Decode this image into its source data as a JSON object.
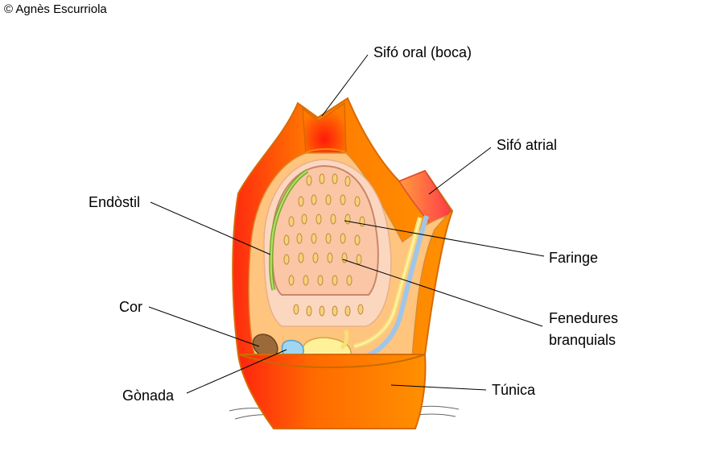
{
  "copyright": "© Agnès Escurriola",
  "labels": {
    "sifo_oral": "Sifó oral (boca)",
    "sifo_atrial": "Sifó atrial",
    "endostil": "Endòstil",
    "faringe": "Faringe",
    "fenedures_line1": "Fenedures",
    "fenedures_line2": "branquials",
    "cor": "Cor",
    "gonada": "Gònada",
    "tunica": "Túnica"
  },
  "colors": {
    "tunica_orange": "#ff8c00",
    "tunica_red": "#ff2a10",
    "atrium": "#ffc47e",
    "pharynx": "#fcc8a6",
    "endostyle": "#8cbf3a",
    "gut": "#fff19a",
    "heart": "#9c6a3a",
    "gonad": "#9fd6f2"
  }
}
